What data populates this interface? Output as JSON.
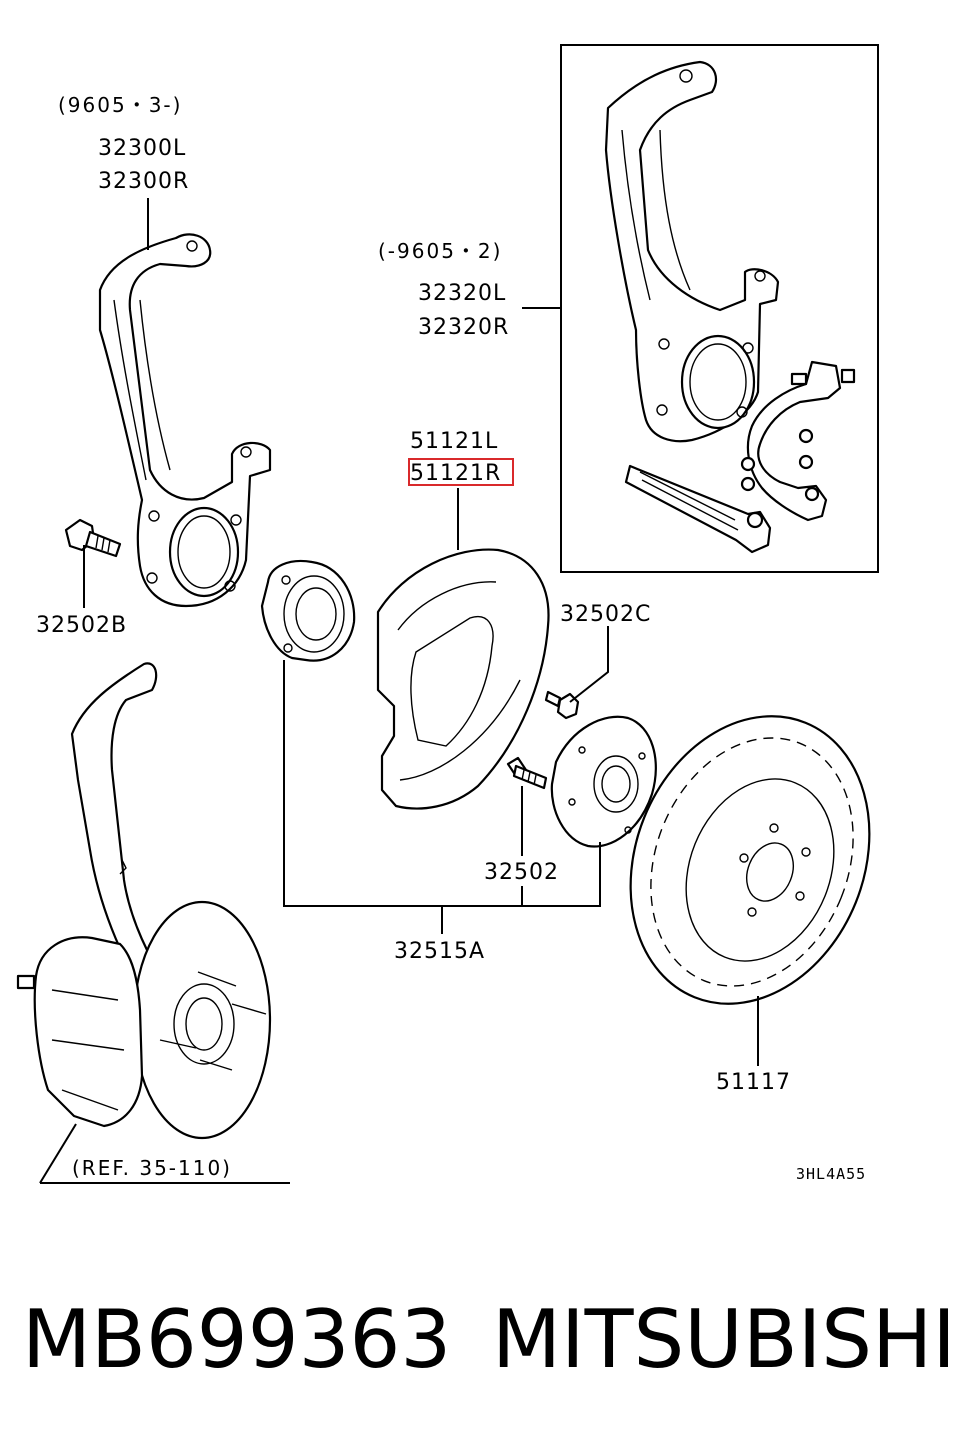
{
  "labels": {
    "knuckle_new_date": "(9605・3-)",
    "knuckle_new_l": "32300L",
    "knuckle_new_r": "32300R",
    "knuckle_old_date": "(-9605・2)",
    "knuckle_old_l": "32320L",
    "knuckle_old_r": "32320R",
    "shield_l": "51121L",
    "shield_r": "51121R",
    "bolt_b": "32502B",
    "bolt_c": "32502C",
    "hub_bolt": "32502",
    "hub_assy": "32515A",
    "rotor": "51117",
    "ref": "(REF. 35-110)",
    "diagram_code": "3HL4A55"
  },
  "highlight": {
    "part": "51121R",
    "color": "#d9292b"
  },
  "footer": {
    "part_number": "MB699363",
    "brand": "MITSUBISHI"
  }
}
